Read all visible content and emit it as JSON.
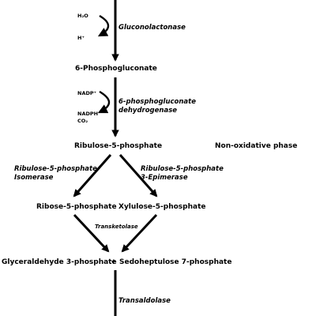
{
  "cofactors": {
    "h2o": "H₂O",
    "h_plus": "H⁺",
    "nadp_plus": "NADP⁺",
    "nadph": "NADPH",
    "co2": "CO₂"
  },
  "enzymes": {
    "gluconolactonase": "Gluconolactonase",
    "dehydrogenase_line1": "6-phosphogluconate",
    "dehydrogenase_line2": "dehydrogenase",
    "isomerase_line1": "Ribulose-5-phosphate",
    "isomerase_line2": "Isomerase",
    "epimerase_line1": "Ribulose-5-phosphate",
    "epimerase_line2": "3-Epimerase",
    "transketolase": "Transketolase",
    "transaldolase": "Transaldolase"
  },
  "metabolites": {
    "phosphogluconate": "6-Phosphogluconate",
    "ribulose": "Ribulose-5-phosphate",
    "ribose": "Ribose-5-phosphate",
    "xylulose": "Xylulose-5-phosphate",
    "glyceraldehyde": "Glyceraldehyde 3-phosphate",
    "plus": "+",
    "sedoheptulose": "Sedoheptulose 7-phosphate"
  },
  "phase_label": "Non-oxidative phase",
  "colors": {
    "line": "#000000",
    "background": "#ffffff"
  }
}
